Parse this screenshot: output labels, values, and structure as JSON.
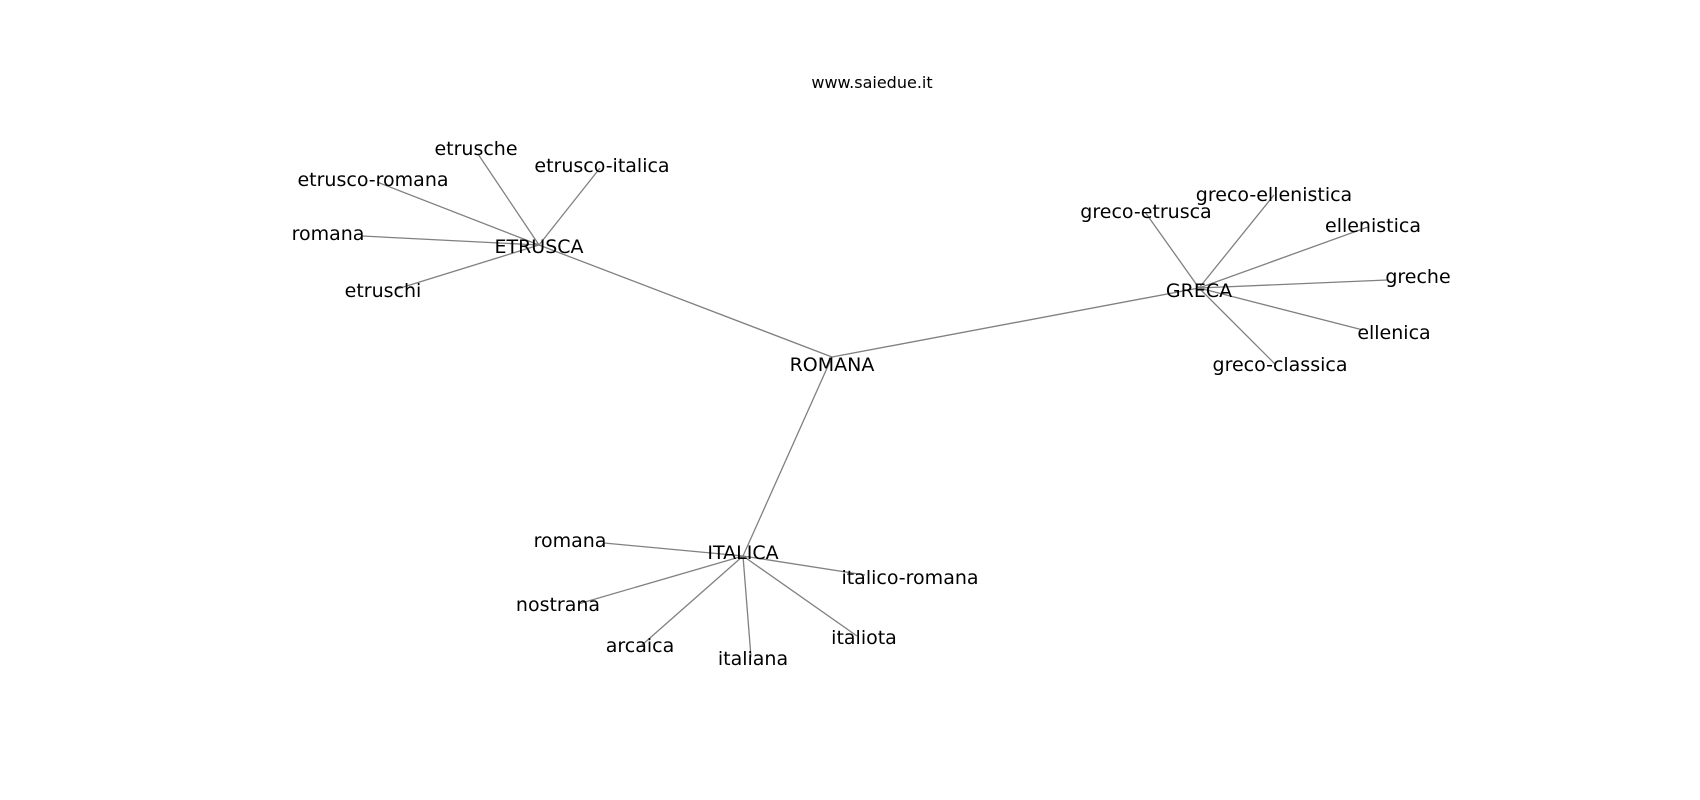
{
  "watermark": "www.saiedue.it",
  "graph": {
    "edge_color": "#808080",
    "text_color": "#000000",
    "nodes": [
      {
        "id": "romana_c",
        "label": "ROMANA"
      },
      {
        "id": "etrusca",
        "label": "ETRUSCA"
      },
      {
        "id": "greca",
        "label": "GRECA"
      },
      {
        "id": "italica",
        "label": "ITALICA"
      },
      {
        "id": "etrusche",
        "label": "etrusche"
      },
      {
        "id": "etrusco_italica",
        "label": "etrusco-italica"
      },
      {
        "id": "etrusco_romana",
        "label": "etrusco-romana"
      },
      {
        "id": "romana_e",
        "label": "romana"
      },
      {
        "id": "etruschi",
        "label": "etruschi"
      },
      {
        "id": "greco_ellenistica",
        "label": "greco-ellenistica"
      },
      {
        "id": "greco_etrusca",
        "label": "greco-etrusca"
      },
      {
        "id": "ellenistica",
        "label": "ellenistica"
      },
      {
        "id": "greche",
        "label": "greche"
      },
      {
        "id": "ellenica",
        "label": "ellenica"
      },
      {
        "id": "greco_classica",
        "label": "greco-classica"
      },
      {
        "id": "romana_i",
        "label": "romana"
      },
      {
        "id": "italico_romana",
        "label": "italico-romana"
      },
      {
        "id": "nostrana",
        "label": "nostrana"
      },
      {
        "id": "arcaica",
        "label": "arcaica"
      },
      {
        "id": "italiana",
        "label": "italiana"
      },
      {
        "id": "italiota",
        "label": "italiota"
      }
    ],
    "edges": [
      [
        "romana_c",
        "etrusca"
      ],
      [
        "romana_c",
        "greca"
      ],
      [
        "romana_c",
        "italica"
      ],
      [
        "etrusca",
        "etrusche"
      ],
      [
        "etrusca",
        "etrusco_italica"
      ],
      [
        "etrusca",
        "etrusco_romana"
      ],
      [
        "etrusca",
        "romana_e"
      ],
      [
        "etrusca",
        "etruschi"
      ],
      [
        "greca",
        "greco_ellenistica"
      ],
      [
        "greca",
        "greco_etrusca"
      ],
      [
        "greca",
        "ellenistica"
      ],
      [
        "greca",
        "greche"
      ],
      [
        "greca",
        "ellenica"
      ],
      [
        "greca",
        "greco_classica"
      ],
      [
        "italica",
        "romana_i"
      ],
      [
        "italica",
        "italico_romana"
      ],
      [
        "italica",
        "nostrana"
      ],
      [
        "italica",
        "arcaica"
      ],
      [
        "italica",
        "italiana"
      ],
      [
        "italica",
        "italiota"
      ]
    ]
  }
}
